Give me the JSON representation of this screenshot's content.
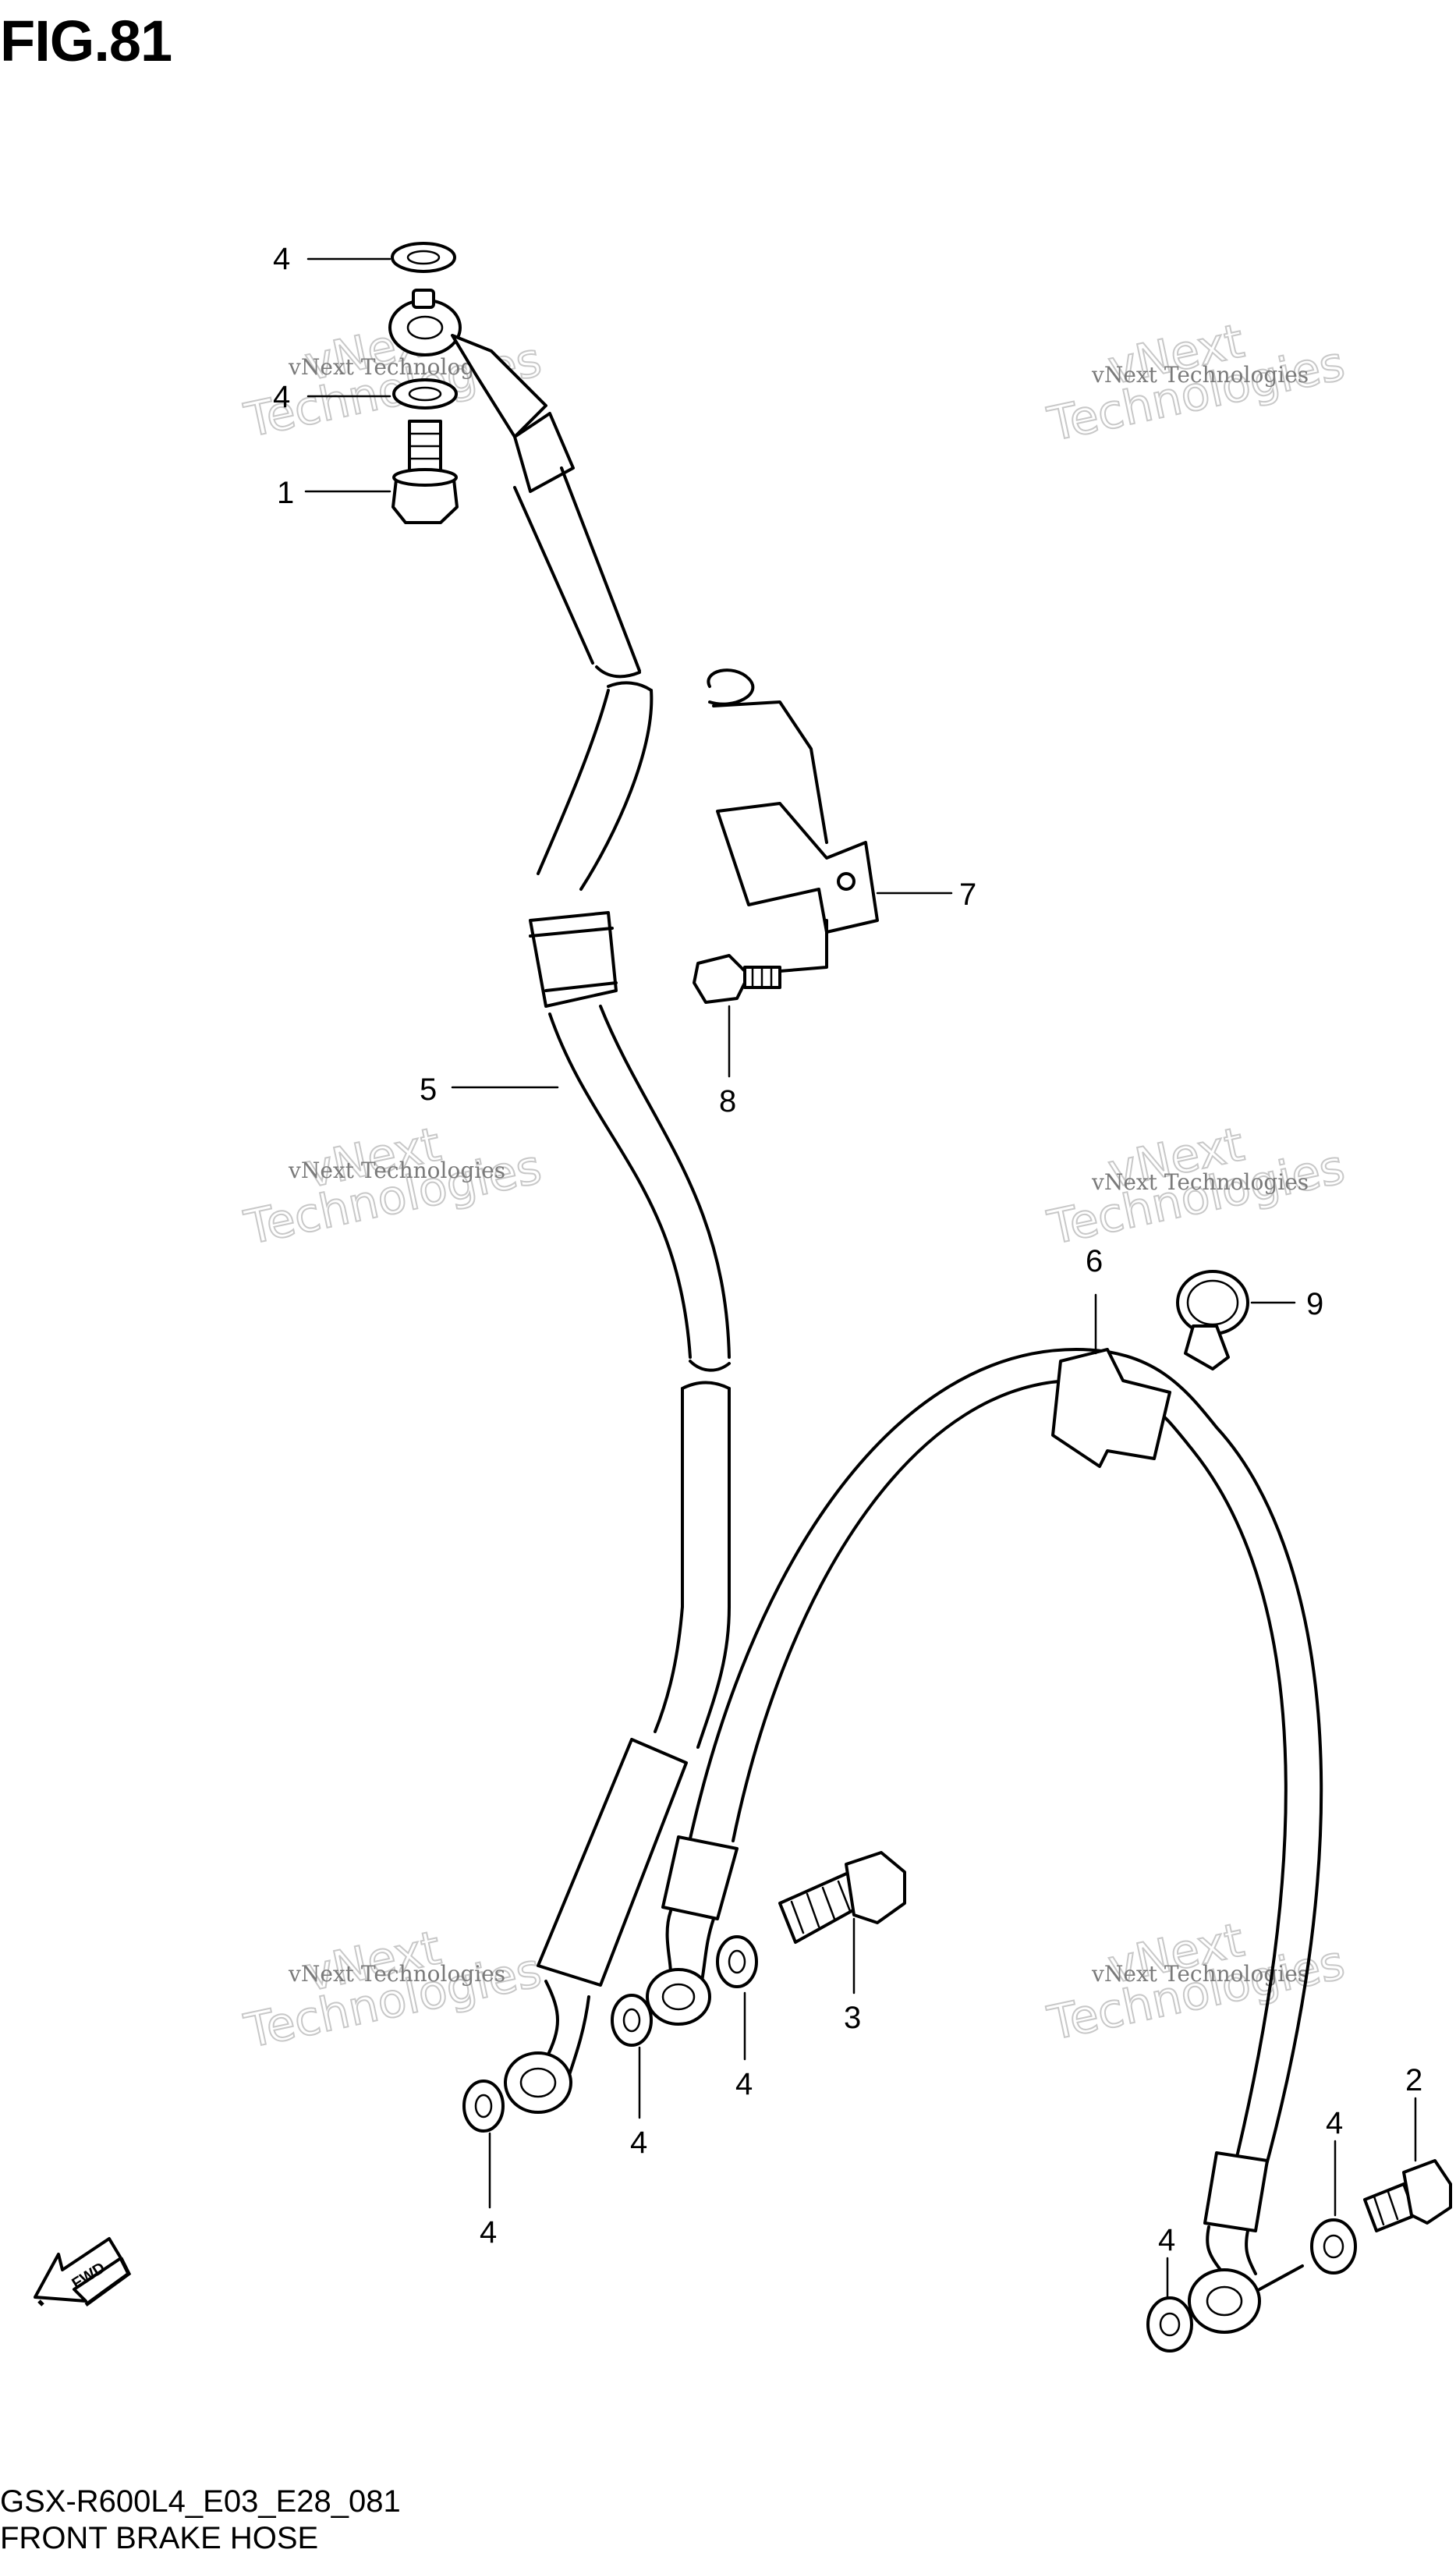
{
  "figure": {
    "title": "FIG.81",
    "model_code": "GSX-R600L4_E03_E28_081",
    "name": "FRONT BRAKE HOSE"
  },
  "callouts": [
    "4",
    "4",
    "1",
    "7",
    "8",
    "5",
    "6",
    "9",
    "3",
    "4",
    "4",
    "4",
    "2",
    "4",
    "4"
  ],
  "fwd_label": "FWD",
  "watermark": {
    "line1": "vNext Technologies",
    "line2_a": "vNext",
    "line2_b": "Technologies"
  },
  "colors": {
    "ink": "#000000",
    "paper": "#ffffff",
    "watermark": "#c8c8c8"
  }
}
